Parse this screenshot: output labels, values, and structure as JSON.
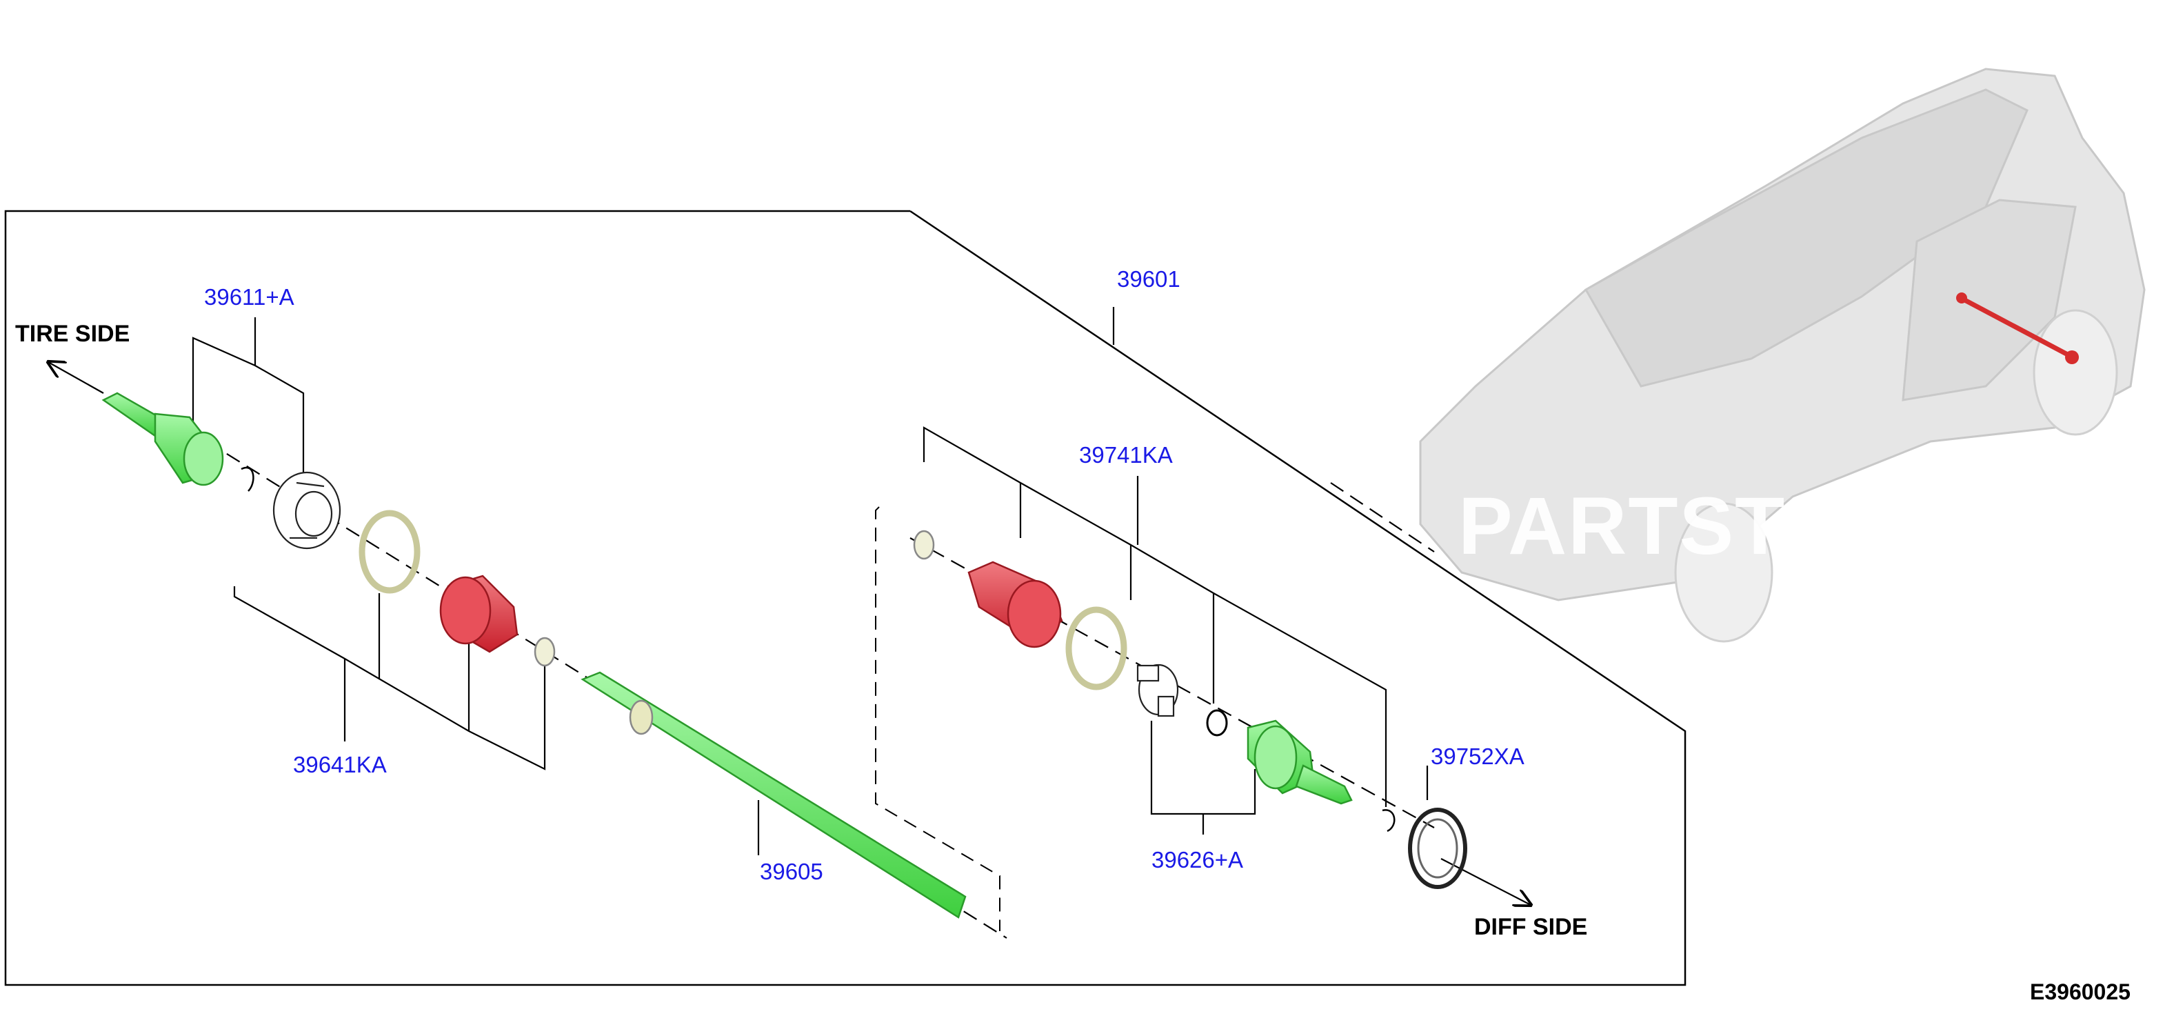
{
  "labels": {
    "tire_side": "TIRE SIDE",
    "diff_side": "DIFF SIDE",
    "diagram_code": "E3960025",
    "watermark": "PARTSTO"
  },
  "parts": [
    {
      "id": "39611_A",
      "number": "39611+A"
    },
    {
      "id": "39601",
      "number": "39601"
    },
    {
      "id": "39741KA",
      "number": "39741KA"
    },
    {
      "id": "39641KA",
      "number": "39641KA"
    },
    {
      "id": "39605",
      "number": "39605"
    },
    {
      "id": "39626_A",
      "number": "39626+A"
    },
    {
      "id": "39752XA",
      "number": "39752XA"
    }
  ],
  "colors": {
    "callout": "#1a1ae6",
    "outer_joint_green": "#6ee86e",
    "boot_red": "#e0404a",
    "shaft_green": "#7cf07c"
  }
}
